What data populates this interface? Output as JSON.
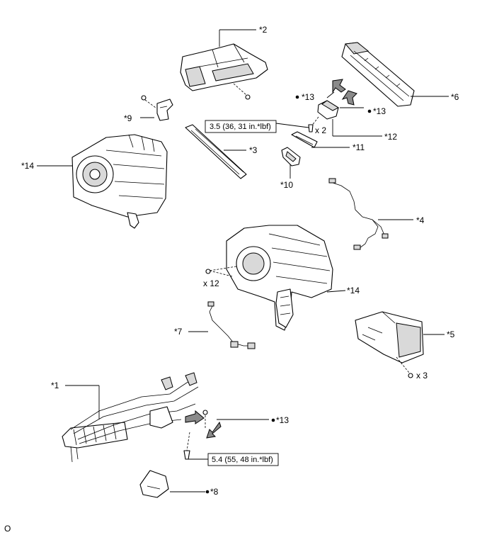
{
  "callouts": {
    "c1": "*1",
    "c2": "*2",
    "c3": "*3",
    "c4": "*4",
    "c5": "*5",
    "c6": "*6",
    "c7": "*7",
    "c8": "*8",
    "c9": "*9",
    "c10": "*10",
    "c11": "*11",
    "c12": "*12",
    "c13a": "*13",
    "c13b": "*13",
    "c13c": "*13",
    "c14a": "*14",
    "c14b": "*14"
  },
  "torque": {
    "t1": "3.5 (36, 31 in.*lbf)",
    "t2": "5.4 (55, 48 in.*lbf)"
  },
  "quantities": {
    "q1": "x 2",
    "q2": "x 12",
    "q3": "x 3"
  },
  "footer": {
    "code": "O"
  }
}
